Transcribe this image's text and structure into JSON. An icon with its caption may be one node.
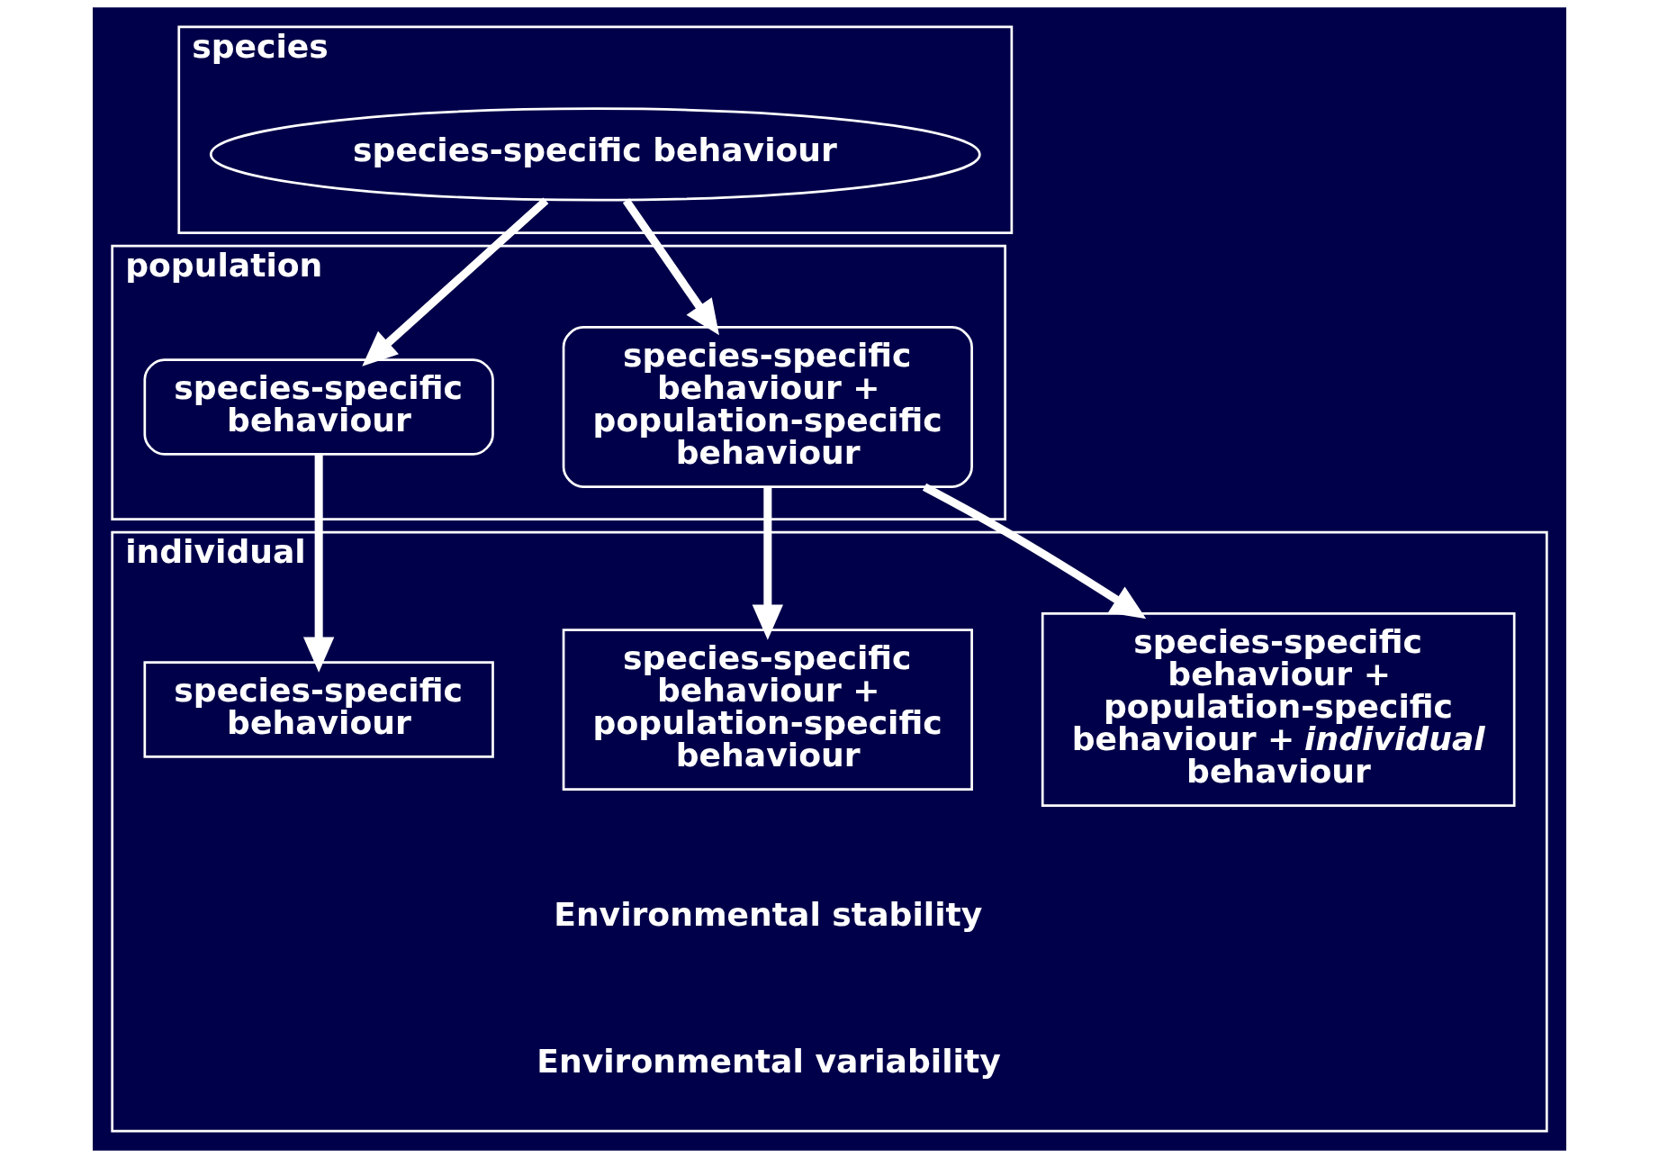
{
  "diagram": {
    "nodes": [
      {
        "text": [
          "species"
        ]
      },
      {
        "text": [
          "species-specific behaviour"
        ],
        "in": 0
      },
      {
        "text": [
          "population"
        ]
      },
      {
        "text": [
          "species-specific behaviour"
        ],
        "in": 2
      },
      {
        "text": [
          "species-specific behaviour + population-specific behaviour"
        ],
        "in": 2
      },
      {
        "text": [
          "individual"
        ]
      },
      {
        "text": [
          "species-specific behaviour"
        ],
        "in": 5
      },
      {
        "text": [
          "species-specific behaviour + population-specific behaviour"
        ],
        "in": 5
      },
      {
        "text": [
          "species-specific behaviour + population-specific behaviour + *individual* behaviour"
        ],
        "in": 5
      }
    ],
    "edges": [
      {
        "from": 1,
        "to": 3,
        "arrow": "to"
      },
      {
        "from": 1,
        "to": 4,
        "arrow": "to"
      },
      {
        "from": 3,
        "to": 6,
        "arrow": "to"
      },
      {
        "from": 4,
        "to": 7,
        "arrow": "to"
      },
      {
        "from": 4,
        "to": 8,
        "arrow": "to"
      }
    ],
    "labels": [
      "Environmental stability",
      "Environmental variability"
    ]
  }
}
